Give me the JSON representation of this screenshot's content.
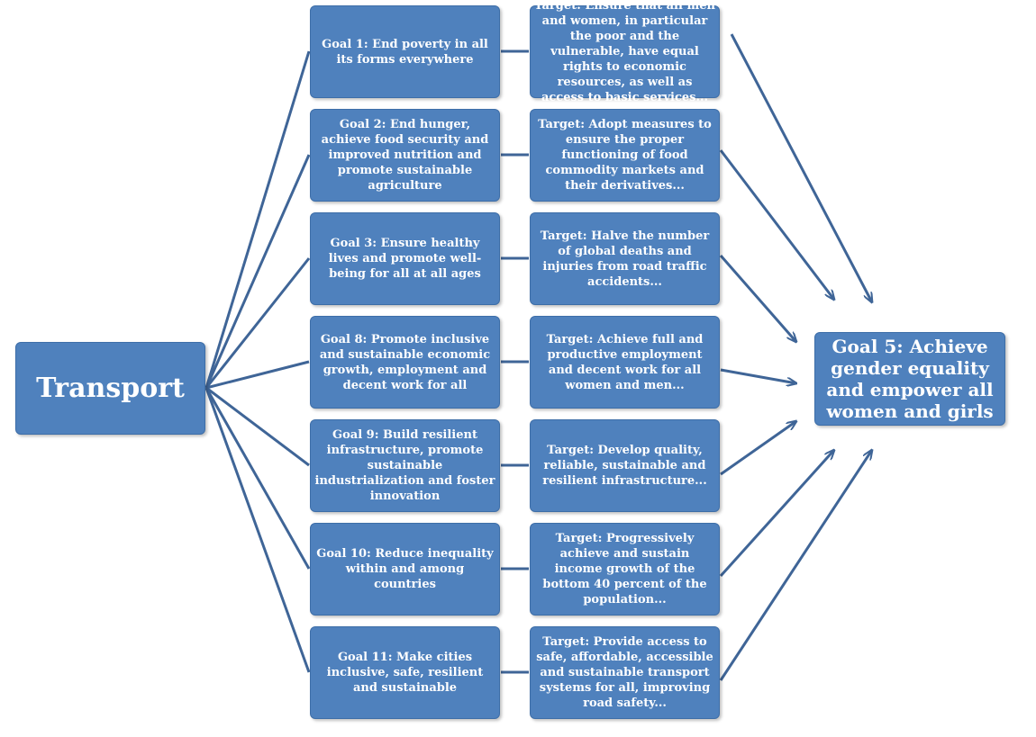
{
  "source": {
    "label": "Transport"
  },
  "goals": [
    {
      "label": "Goal 1: End poverty in all its forms everywhere",
      "target": "Target: Ensure that  all men and women, in particular the poor and the vulnerable, have equal rights to economic resources, as well as access to basic services..."
    },
    {
      "label": "Goal 2: End hunger, achieve food security and improved nutrition and promote sustainable agriculture",
      "target": "Target: Adopt measures to ensure the proper functioning of food commodity markets and their derivatives..."
    },
    {
      "label": "Goal 3: Ensure healthy lives and promote well-being for all at all ages",
      "target": "Target: Halve the number of global deaths and injuries from road traffic accidents..."
    },
    {
      "label": "Goal 8: Promote inclusive and sustainable economic growth, employment and decent work for all",
      "target": "Target: Achieve full and productive employment  and decent work for all women and men..."
    },
    {
      "label": "Goal 9: Build resilient infrastructure, promote sustainable industrialization and foster innovation",
      "target": "Target: Develop quality, reliable, sustainable and resilient infrastructure..."
    },
    {
      "label": "Goal 10: Reduce inequality within and among countries",
      "target": "Target: Progressively achieve and sustain income growth of the bottom 40 percent of the population..."
    },
    {
      "label": "Goal 11: Make cities inclusive, safe, resilient and sustainable",
      "target": "Target: Provide access to safe, affordable, accessible and sustainable transport systems for all, improving road safety..."
    }
  ],
  "destination": {
    "label": "Goal 5: Achieve gender equality and empower all women and girls"
  },
  "colors": {
    "box_fill": "#4f81bd",
    "box_border": "#3d6ea8",
    "connector": "#3f6597",
    "text": "#ffffff"
  }
}
